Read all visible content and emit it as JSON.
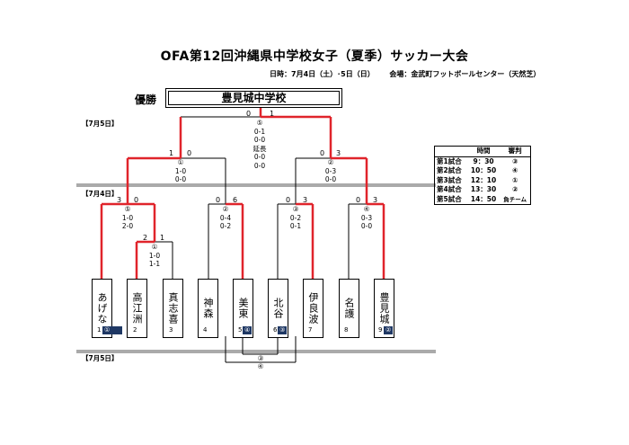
{
  "header": {
    "title": "OFA第12回沖縄県中学校女子（夏季）サッカー大会",
    "dates": "日時：7月4日（土）･5日（日）",
    "venue": "会場：金武町フットボールセンター（天然芝）"
  },
  "champion": {
    "label": "優勝",
    "name": "豊見城中学校"
  },
  "date_labels": {
    "day2_top": "【7月5日】",
    "day1": "【7月4日】",
    "day2_bottom": "【7月5日】"
  },
  "teams": [
    {
      "seed": "1",
      "name": "あげな",
      "badge": "①"
    },
    {
      "seed": "2",
      "name": "高江洲",
      "badge": ""
    },
    {
      "seed": "3",
      "name": "真志喜",
      "badge": ""
    },
    {
      "seed": "4",
      "name": "神森",
      "badge": ""
    },
    {
      "seed": "5",
      "name": "美東",
      "badge": "④"
    },
    {
      "seed": "6",
      "name": "北谷",
      "badge": "③"
    },
    {
      "seed": "7",
      "name": "伊良波",
      "badge": ""
    },
    {
      "seed": "8",
      "name": "名護",
      "badge": ""
    },
    {
      "seed": "9",
      "name": "豊見城",
      "badge": "②"
    }
  ],
  "matches": {
    "m1": {
      "no": "①",
      "left": "2",
      "right": "1",
      "lines": [
        "1-0",
        "1-1"
      ]
    },
    "m5": {
      "no": "⑤",
      "left": "3",
      "right": "0",
      "lines": [
        "1-0",
        "2-0"
      ]
    },
    "m2a": {
      "no": "②",
      "left": "0",
      "right": "6",
      "lines": [
        "0-4",
        "0-2"
      ]
    },
    "m3": {
      "no": "③",
      "left": "0",
      "right": "3",
      "lines": [
        "0-2",
        "0-1"
      ]
    },
    "m4": {
      "no": "④",
      "left": "0",
      "right": "3",
      "lines": [
        "0-3",
        "0-0"
      ]
    },
    "sf1": {
      "no": "①",
      "left": "1",
      "right": "0",
      "lines": [
        "1-0",
        "0-0"
      ]
    },
    "sf2": {
      "no": "②",
      "left": "0",
      "right": "3",
      "lines": [
        "0-3",
        "0-0"
      ]
    },
    "final": {
      "no": "⑤",
      "left": "0",
      "right": "1",
      "lines": [
        "0-1",
        "0-0",
        "延長",
        "0-0",
        "0-0"
      ]
    },
    "third": {
      "top": "③",
      "bottom": "④"
    }
  },
  "schedule": {
    "headers": [
      "時間",
      "審判"
    ],
    "rows": [
      {
        "name": "第1試合",
        "time": "9：30",
        "ref": "③"
      },
      {
        "name": "第2試合",
        "time": "10：50",
        "ref": "④"
      },
      {
        "name": "第3試合",
        "time": "12：10",
        "ref": "①"
      },
      {
        "name": "第4試合",
        "time": "13：30",
        "ref": "②"
      },
      {
        "name": "第5試合",
        "time": "14：50",
        "ref": "負チーム"
      }
    ]
  },
  "colors": {
    "winner_line": "#e0242b",
    "badge": "#1f3864"
  }
}
